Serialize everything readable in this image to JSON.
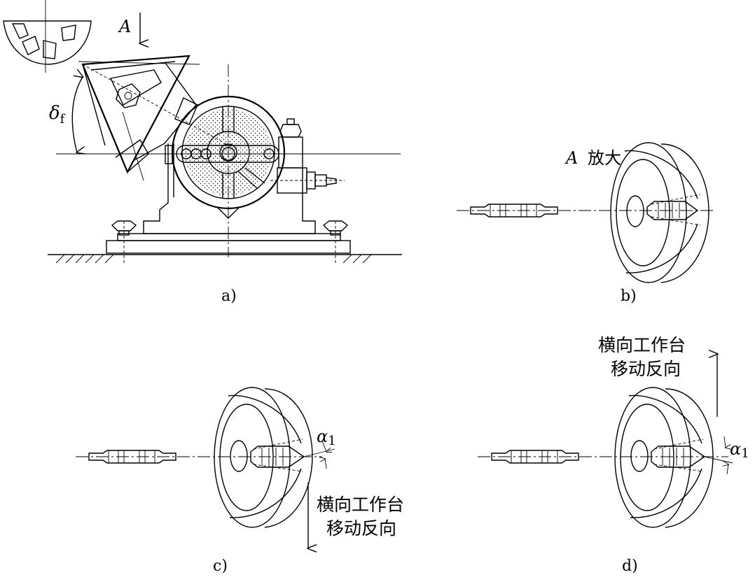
{
  "figure": {
    "panel_a": {
      "caption": "a)",
      "view_label": "A",
      "angle_symbol": "δ",
      "angle_subscript": "f"
    },
    "panel_b": {
      "caption": "b)",
      "view_label": "A",
      "view_text": "放大"
    },
    "panel_c": {
      "caption": "c)",
      "angle_symbol": "α",
      "angle_subscript": "1",
      "note_line1": "横向工作台",
      "note_line2": "移动反向"
    },
    "panel_d": {
      "caption": "d)",
      "angle_symbol": "α",
      "angle_subscript": "1",
      "note_line1": "横向工作台",
      "note_line2": "移动反向"
    }
  }
}
